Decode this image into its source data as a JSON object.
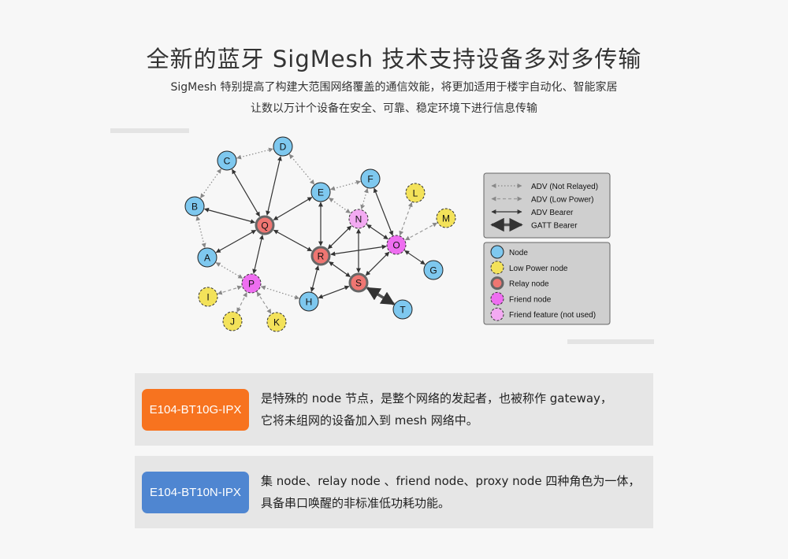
{
  "header": {
    "title": "全新的蓝牙 SigMesh 技术支持设备多对多传输",
    "line1": "SigMesh 特别提高了构建大范围网络覆盖的通信效能，将更加适用于楼宇自动化、智能家居",
    "line2": "让数以万计个设备在安全、可靠、稳定环境下进行信息传输"
  },
  "diagram": {
    "nodes": [
      {
        "id": "A",
        "type": "node"
      },
      {
        "id": "B",
        "type": "node"
      },
      {
        "id": "C",
        "type": "node"
      },
      {
        "id": "D",
        "type": "node"
      },
      {
        "id": "E",
        "type": "node"
      },
      {
        "id": "F",
        "type": "node"
      },
      {
        "id": "G",
        "type": "node"
      },
      {
        "id": "H",
        "type": "node"
      },
      {
        "id": "T",
        "type": "node"
      },
      {
        "id": "I",
        "type": "lowpower"
      },
      {
        "id": "J",
        "type": "lowpower"
      },
      {
        "id": "K",
        "type": "lowpower"
      },
      {
        "id": "L",
        "type": "lowpower"
      },
      {
        "id": "M",
        "type": "lowpower"
      },
      {
        "id": "Q",
        "type": "relay"
      },
      {
        "id": "R",
        "type": "relay"
      },
      {
        "id": "S",
        "type": "relay"
      },
      {
        "id": "P",
        "type": "friend"
      },
      {
        "id": "O",
        "type": "friend"
      },
      {
        "id": "N",
        "type": "friendunused"
      }
    ],
    "edges": [
      [
        "C",
        "D",
        "dotted"
      ],
      [
        "C",
        "B",
        "dotted"
      ],
      [
        "B",
        "A",
        "dotted"
      ],
      [
        "D",
        "E",
        "dotted"
      ],
      [
        "E",
        "F",
        "dotted"
      ],
      [
        "E",
        "N",
        "dotted"
      ],
      [
        "F",
        "N",
        "dotted"
      ],
      [
        "A",
        "P",
        "dotted"
      ],
      [
        "P",
        "H",
        "dotted"
      ],
      [
        "P",
        "I",
        "dashed"
      ],
      [
        "P",
        "J",
        "dashed"
      ],
      [
        "P",
        "K",
        "dashed"
      ],
      [
        "O",
        "L",
        "dashed"
      ],
      [
        "O",
        "M",
        "dashed"
      ],
      [
        "C",
        "Q",
        "solid"
      ],
      [
        "D",
        "Q",
        "solid"
      ],
      [
        "B",
        "Q",
        "solid"
      ],
      [
        "E",
        "Q",
        "solid"
      ],
      [
        "A",
        "Q",
        "solid"
      ],
      [
        "Q",
        "P",
        "solid"
      ],
      [
        "Q",
        "R",
        "solid"
      ],
      [
        "E",
        "R",
        "solid"
      ],
      [
        "R",
        "N",
        "solid"
      ],
      [
        "R",
        "O",
        "solid"
      ],
      [
        "R",
        "H",
        "solid"
      ],
      [
        "R",
        "S",
        "solid"
      ],
      [
        "N",
        "S",
        "solid"
      ],
      [
        "N",
        "O",
        "solid"
      ],
      [
        "F",
        "O",
        "solid"
      ],
      [
        "O",
        "S",
        "solid"
      ],
      [
        "O",
        "G",
        "solid"
      ],
      [
        "S",
        "H",
        "solid"
      ],
      [
        "S",
        "T",
        "gatt"
      ]
    ],
    "legend_lines": [
      {
        "style": "dotted",
        "label": "ADV (Not Relayed)"
      },
      {
        "style": "dashed",
        "label": "ADV (Low Power)"
      },
      {
        "style": "solid",
        "label": "ADV Bearer"
      },
      {
        "style": "gatt",
        "label": "GATT Bearer"
      }
    ],
    "legend_nodes": [
      {
        "type": "node",
        "label": "Node"
      },
      {
        "type": "lowpower",
        "label": "Low Power node"
      },
      {
        "type": "relay",
        "label": "Relay node"
      },
      {
        "type": "friend",
        "label": "Friend node"
      },
      {
        "type": "friendunused",
        "label": "Friend feature (not used)"
      }
    ],
    "colors": {
      "node": "#7ec8ef",
      "lowpower": "#f3e25a",
      "relay": "#ef7672",
      "friend": "#ee6ef0",
      "friendunused": "#f3aaf2"
    }
  },
  "cards": [
    {
      "badge": "E104-BT10G-IPX",
      "color": "#f7731f",
      "line1": "是特殊的 node 节点，是整个网络的发起者，也被称作 gateway，",
      "line2": "它将未组网的设备加入到 mesh 网络中。"
    },
    {
      "badge": "E104-BT10N-IPX",
      "color": "#4f86d1",
      "line1": "集 node、relay node 、friend node、proxy node 四种角色为一体，",
      "line2": "具备串口唤醒的非标准低功耗功能。"
    }
  ]
}
